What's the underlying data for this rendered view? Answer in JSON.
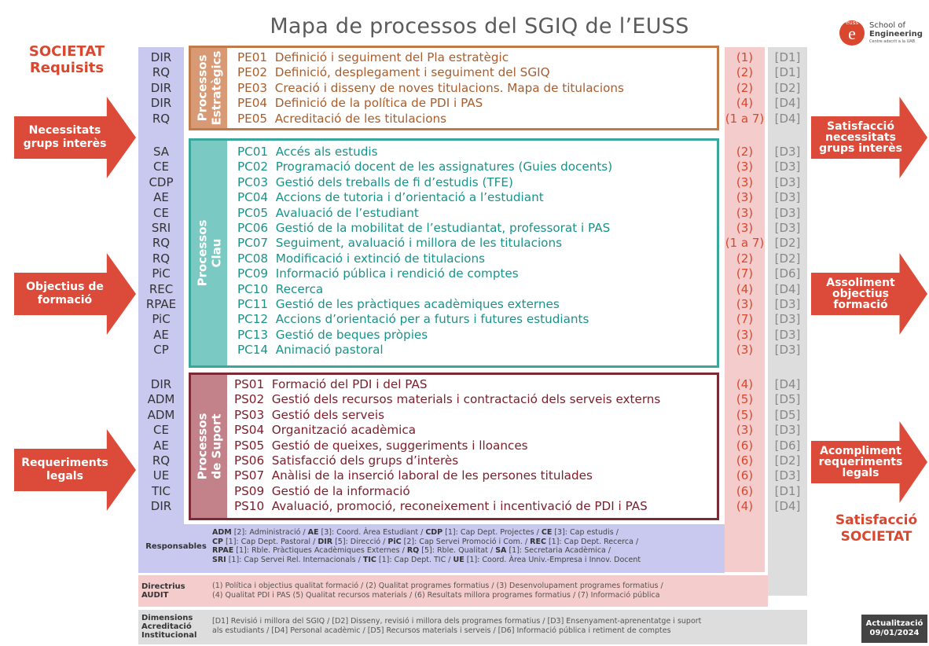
{
  "title": "Mapa de processos del SGIQ de l’EUSS",
  "logo": {
    "mark": "euss",
    "letter": "e",
    "line1": "School of",
    "line2": "Engineering",
    "line3": "Centre adscrit a la UAB"
  },
  "left": {
    "title_line1": "SOCIETAT",
    "title_line2": "Requisits",
    "arrows": [
      {
        "line1": "Necessitats",
        "line2": "grups interès"
      },
      {
        "line1": "Objectius de",
        "line2": "formació"
      },
      {
        "line1": "Requeriments",
        "line2": "legals"
      }
    ]
  },
  "right": {
    "arrows": [
      {
        "line1": "Satisfacció",
        "line2": "necessitats",
        "line3": "grups interès"
      },
      {
        "line1": "Assoliment",
        "line2": "objectius",
        "line3": "formació"
      },
      {
        "line1": "Acompliment",
        "line2": "requeriments",
        "line3": "legals"
      }
    ],
    "footer_line1": "Satisfacció",
    "footer_line2": "SOCIETAT"
  },
  "groups": {
    "pe": {
      "label_line1": "Processos",
      "label_line2": "Estratègics",
      "rows": [
        {
          "resp": "DIR",
          "code": "PE01",
          "name": "Definició i seguiment del Pla estratègic",
          "dir": "(1)",
          "dim": "[D1]"
        },
        {
          "resp": "RQ",
          "code": "PE02",
          "name": "Definició, desplegament i seguiment del SGIQ",
          "dir": "(2)",
          "dim": "[D1]"
        },
        {
          "resp": "DIR",
          "code": "PE03",
          "name": "Creació i disseny de noves titulacions. Mapa de titulacions",
          "dir": "(2)",
          "dim": "[D2]"
        },
        {
          "resp": "DIR",
          "code": "PE04",
          "name": "Definició de la política de PDI i PAS",
          "dir": "(4)",
          "dim": "[D4]"
        },
        {
          "resp": "RQ",
          "code": "PE05",
          "name": "Acreditació de les titulacions",
          "dir": "(1 a 7)",
          "dim": "[D4]"
        }
      ]
    },
    "pc": {
      "label_line1": "Processos",
      "label_line2": "Clau",
      "rows": [
        {
          "resp": "SA",
          "code": "PC01",
          "name": "Accés als estudis",
          "dir": "(2)",
          "dim": "[D3]"
        },
        {
          "resp": "CE",
          "code": "PC02",
          "name": "Programació docent de les assignatures (Guies docents)",
          "dir": "(3)",
          "dim": "[D3]"
        },
        {
          "resp": "CDP",
          "code": "PC03",
          "name": "Gestió dels treballs de fi d’estudis (TFE)",
          "dir": "(3)",
          "dim": "[D3]"
        },
        {
          "resp": "AE",
          "code": "PC04",
          "name": "Accions de tutoria i d’orientació a l’estudiant",
          "dir": "(3)",
          "dim": "[D3]"
        },
        {
          "resp": "CE",
          "code": "PC05",
          "name": "Avaluació de l’estudiant",
          "dir": "(3)",
          "dim": "[D3]"
        },
        {
          "resp": "SRI",
          "code": "PC06",
          "name": "Gestió de la mobilitat de l’estudiantat, professorat i PAS",
          "dir": "(3)",
          "dim": "[D3]"
        },
        {
          "resp": "RQ",
          "code": "PC07",
          "name": "Seguiment, avaluació i millora de les titulacions",
          "dir": "(1 a 7)",
          "dim": "[D2]"
        },
        {
          "resp": "RQ",
          "code": "PC08",
          "name": "Modificació i extinció de titulacions",
          "dir": "(2)",
          "dim": "[D2]"
        },
        {
          "resp": "PiC",
          "code": "PC09",
          "name": "Informació pública i rendició de comptes",
          "dir": "(7)",
          "dim": "[D6]"
        },
        {
          "resp": "REC",
          "code": "PC10",
          "name": "Recerca",
          "dir": "(4)",
          "dim": "[D4]"
        },
        {
          "resp": "RPAE",
          "code": "PC11",
          "name": "Gestió de les pràctiques acadèmiques externes",
          "dir": "(3)",
          "dim": "[D3]"
        },
        {
          "resp": "PiC",
          "code": "PC12",
          "name": "Accions d’orientació per a futurs i futures estudiants",
          "dir": "(7)",
          "dim": "[D3]"
        },
        {
          "resp": "AE",
          "code": "PC13",
          "name": "Gestió de beques pròpies",
          "dir": "(3)",
          "dim": "[D3]"
        },
        {
          "resp": "CP",
          "code": "PC14",
          "name": "Animació pastoral",
          "dir": "(3)",
          "dim": "[D3]"
        }
      ]
    },
    "ps": {
      "label_line1": "Processos",
      "label_line2": "de Suport",
      "rows": [
        {
          "resp": "DIR",
          "code": "PS01",
          "name": "Formació del PDI i del PAS",
          "dir": "(4)",
          "dim": "[D4]"
        },
        {
          "resp": "ADM",
          "code": "PS02",
          "name": "Gestió dels recursos materials i contractació dels serveis externs",
          "dir": "(5)",
          "dim": "[D5]"
        },
        {
          "resp": "ADM",
          "code": "PS03",
          "name": "Gestió dels serveis",
          "dir": "(5)",
          "dim": "[D5]"
        },
        {
          "resp": "CE",
          "code": "PS04",
          "name": "Organització acadèmica",
          "dir": "(3)",
          "dim": "[D3]"
        },
        {
          "resp": "AE",
          "code": "PS05",
          "name": "Gestió de queixes, suggeriments i lloances",
          "dir": "(6)",
          "dim": "[D6]"
        },
        {
          "resp": "RQ",
          "code": "PS06",
          "name": "Satisfacció dels grups d’interès",
          "dir": "(6)",
          "dim": "[D2]"
        },
        {
          "resp": "UE",
          "code": "PS07",
          "name": "Anàlisi de la inserció laboral de les persones titulades",
          "dir": "(6)",
          "dim": "[D3]"
        },
        {
          "resp": "TIC",
          "code": "PS09",
          "name": "Gestió de la informació",
          "dir": "(6)",
          "dim": "[D1]"
        },
        {
          "resp": "DIR",
          "code": "PS10",
          "name": "Avaluació, promoció, reconeixement i incentivació de PDI i PAS",
          "dir": "(4)",
          "dim": "[D4]"
        }
      ]
    }
  },
  "footer": {
    "resp_label": "Responsables",
    "resp_lines": [
      [
        {
          "k": "ADM",
          "t": " [2]: Administració  / "
        },
        {
          "k": "AE",
          "t": " [3]: Coord. Àrea Estudiant / "
        },
        {
          "k": "CDP",
          "t": " [1]: Cap Dept. Projectes / "
        },
        {
          "k": "CE",
          "t": " [3]: Cap estudis /"
        }
      ],
      [
        {
          "k": "CP",
          "t": " [1]: Cap Dept. Pastoral / "
        },
        {
          "k": "DIR",
          "t": " [5]: Direcció / "
        },
        {
          "k": "PiC",
          "t": " [2]: Cap Servei Promoció i Com. / "
        },
        {
          "k": "REC",
          "t": " [1]: Cap Dept. Recerca /"
        }
      ],
      [
        {
          "k": "RPAE",
          "t": " [1]: Rble. Pràctiques Acadèmiques Externes / "
        },
        {
          "k": "RQ",
          "t": " [5]: Rble. Qualitat / "
        },
        {
          "k": "SA",
          "t": " [1]: Secretaria Acadèmica /"
        }
      ],
      [
        {
          "k": "SRI",
          "t": " [1]: Cap Servei Rel. Internacionals / "
        },
        {
          "k": "TIC",
          "t": " [1]: Cap Dept. TIC / "
        },
        {
          "k": "UE",
          "t": " [1]:  Coord. Àrea Univ.-Empresa  i Innov. Docent"
        }
      ]
    ],
    "dir_label_line1": "Directrius",
    "dir_label_line2": "AUDIT",
    "dir_line1": "(1) Política i objectius qualitat formació / (2) Qualitat programes formatius / (3) Desenvolupament programes formatius /",
    "dir_line2": "(4) Qualitat PDI i PAS (5) Qualitat recursos materials / (6) Resultats millora programes formatius / (7) Informació pública",
    "dim_label_line1": "Dimensions",
    "dim_label_line2": "Acreditació",
    "dim_label_line3": "Institucional",
    "dim_line1": "[D1] Revisió i millora del SGIQ / [D2] Disseny, revisió i millora dels programes formatius / [D3] Ensenyament-aprenentatge i suport",
    "dim_line2": "als estudiants / [D4] Personal acadèmic / [D5] Recursos materials i serveis / [D6] Informació pública i retiment de comptes",
    "updated_label": "Actualització",
    "updated_date": "09/01/2024"
  },
  "colors": {
    "accent": "#dc4b39",
    "strategic": "#c17a4a",
    "key": "#3aa79c",
    "support": "#7c2a35",
    "responsables_band": "#c9c9ef",
    "directrius_band": "#f4cccb",
    "dimensions_band": "#dddddd"
  }
}
